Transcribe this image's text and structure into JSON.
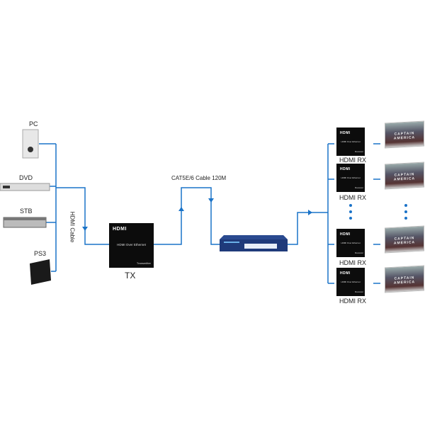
{
  "sources": [
    {
      "label": "PC"
    },
    {
      "label": "DVD"
    },
    {
      "label": "STB"
    },
    {
      "label": "PS3"
    }
  ],
  "hdmi_cable_label": "HDMI Cable",
  "cat_cable_label": "CAT5E/6 Cable 120M",
  "tx": {
    "logo": "HDMI",
    "title": "HDMI Over Ethernet",
    "sub": "Transmitter",
    "label": "TX"
  },
  "rx": [
    {
      "logo": "HDMI",
      "title": "HDMI Over Ethernet",
      "sub": "Receiver",
      "label": "HDMI RX"
    },
    {
      "logo": "HDMI",
      "title": "HDMI Over Ethernet",
      "sub": "Receiver",
      "label": "HDMI RX"
    },
    {
      "logo": "HDMI",
      "title": "HDMI Over Ethernet",
      "sub": "Receiver",
      "label": "HDMI RX"
    },
    {
      "logo": "HDMI",
      "title": "HDMI Over Ethernet",
      "sub": "Receiver",
      "label": "HDMI RX"
    }
  ],
  "tv_text": "CAPTAIN AMERICA",
  "line_color": "#1a73c8"
}
